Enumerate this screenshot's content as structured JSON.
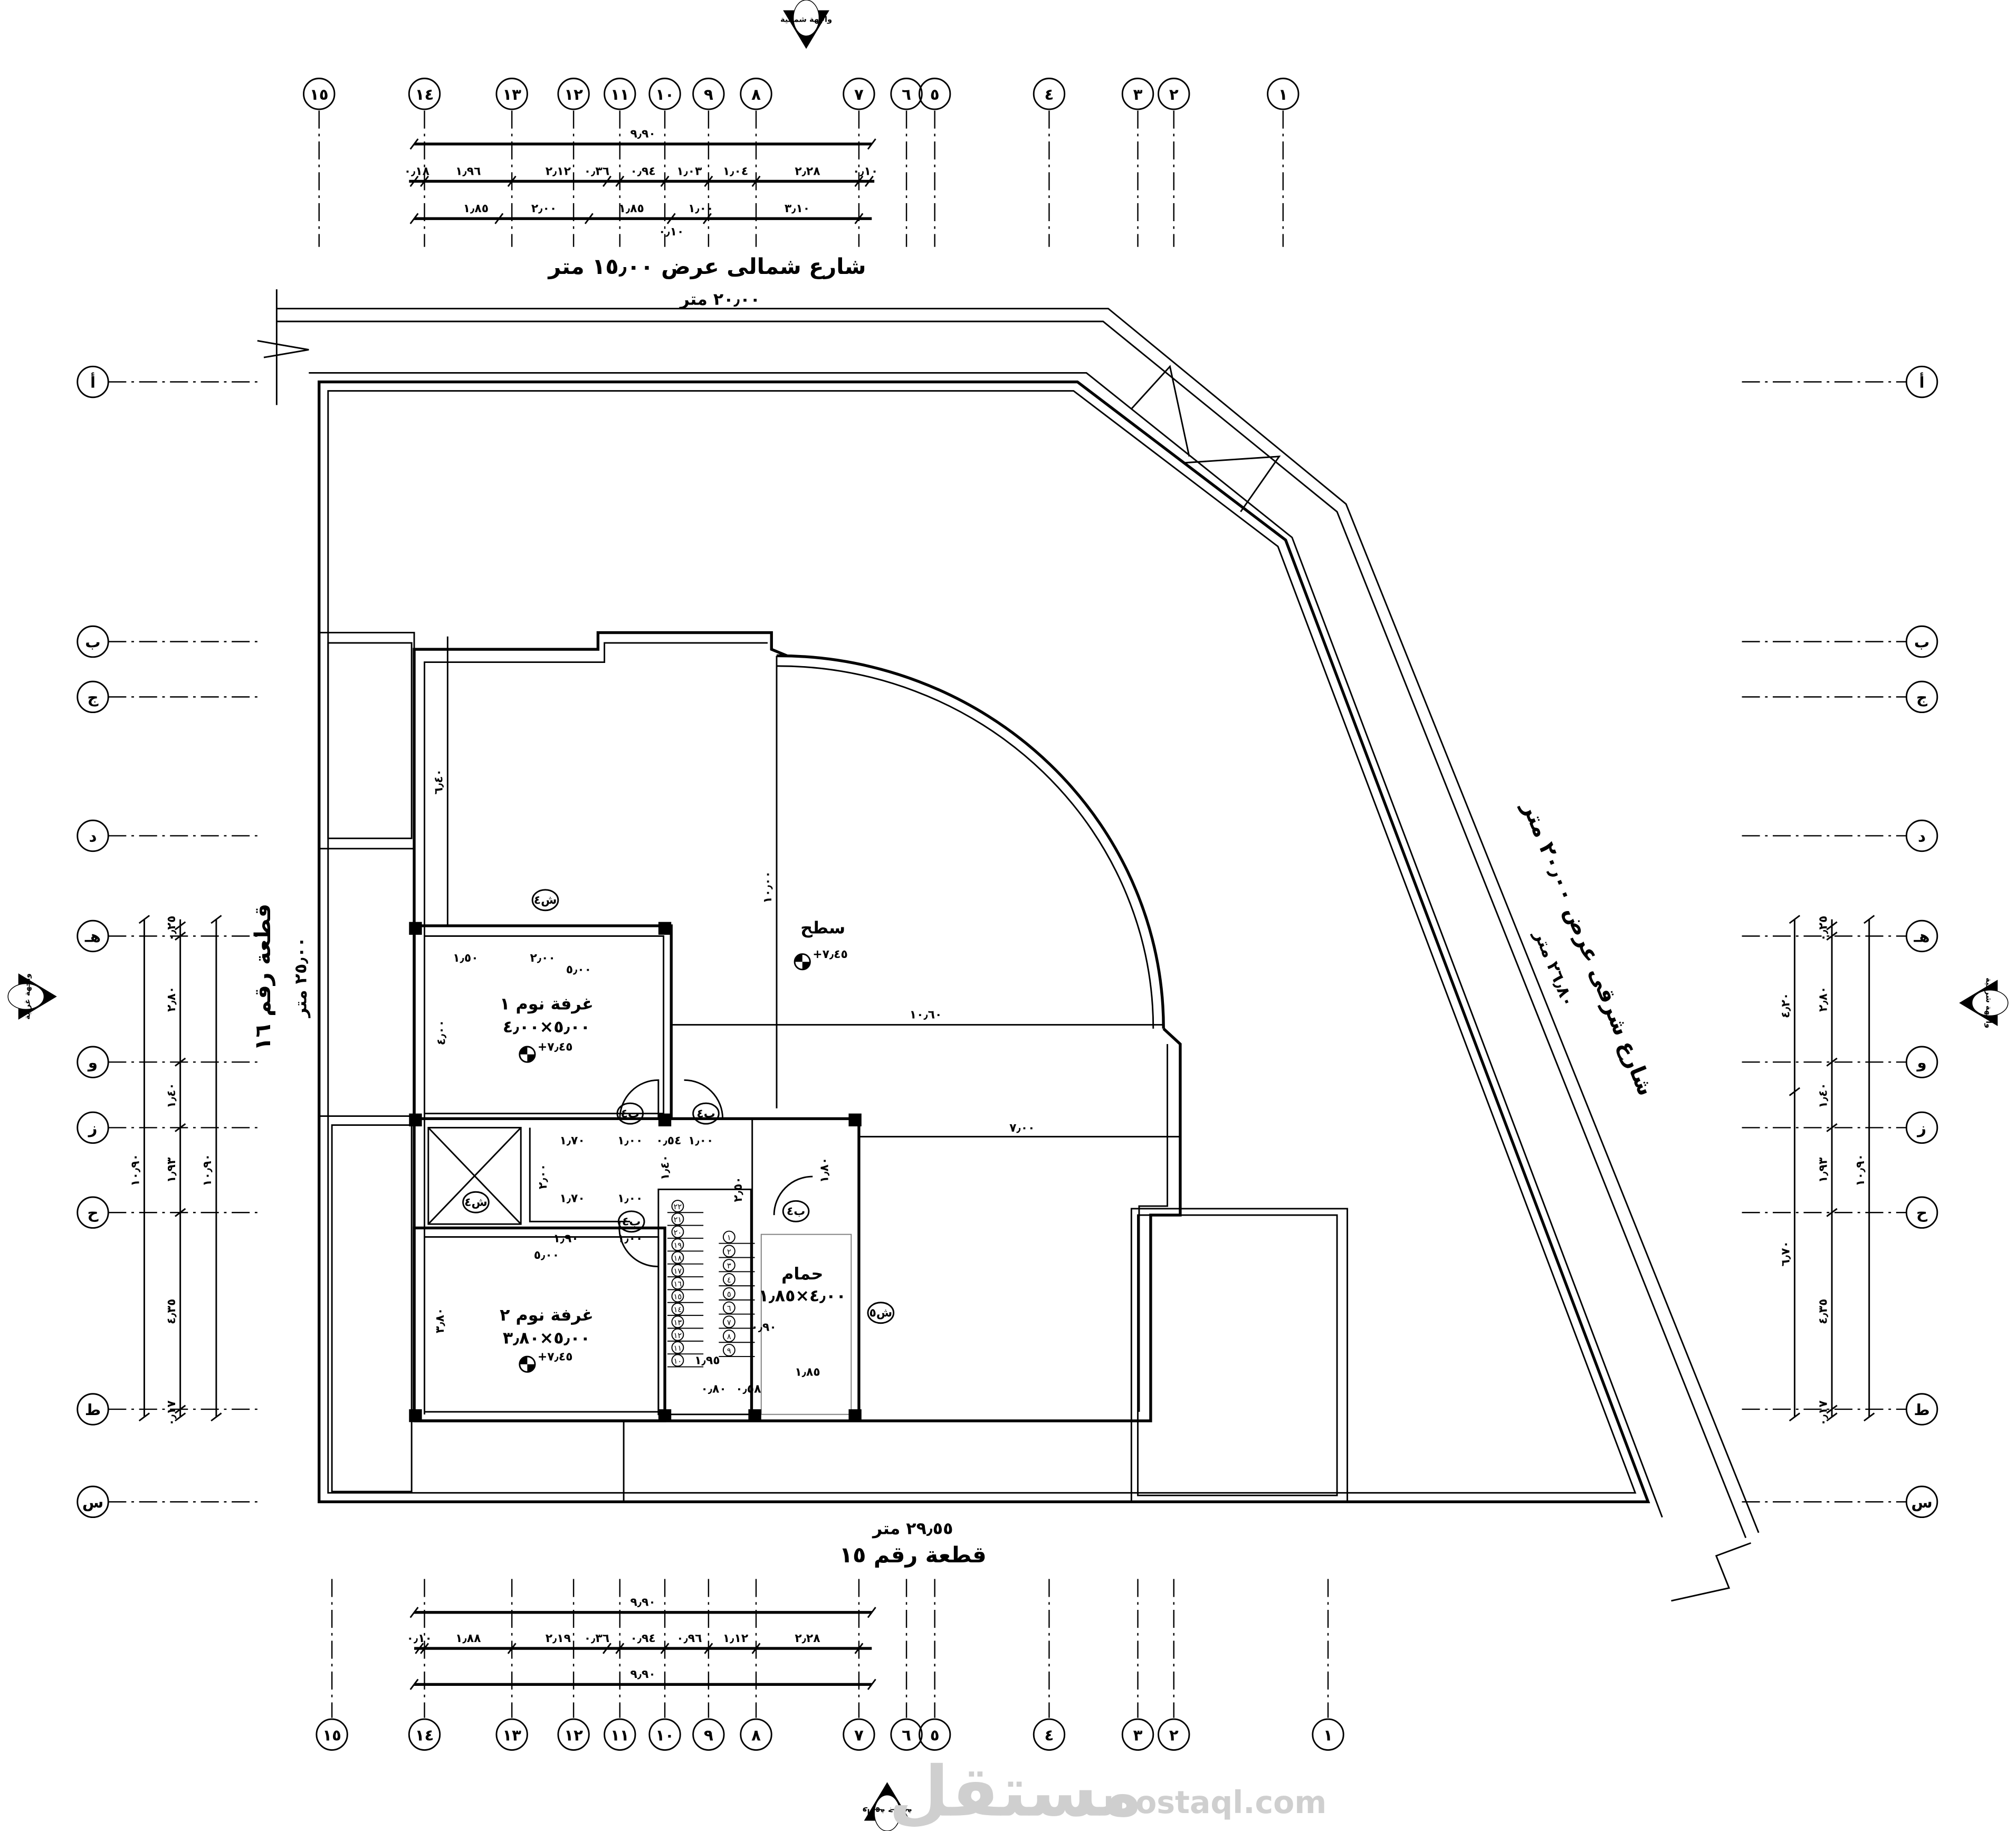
{
  "streets": {
    "north": "شارع شمالى عرض ١٥٫٠٠ متر",
    "north_length": "٢٠٫٠٠ متر",
    "east": "شارع شرقى عرض ٢٠٫٠٠ متر",
    "east_length": "٢٦٫٨٠ متر",
    "west_plot": "قطعة رقم ١٦",
    "west_length": "٢٥٫٠٠ متر",
    "south_plot": "قطعة رقم ١٥",
    "south_length": "٢٩٫٥٥ متر"
  },
  "facades": {
    "north": "واجهة شمالية",
    "south": "واجهة جنوبية",
    "east": "واجهة شرقية",
    "west": "واجهة غربية"
  },
  "grid": {
    "top_columns": [
      "١٥",
      "١٤",
      "١٣",
      "١٢",
      "١١",
      "١٠",
      "٩",
      "٨",
      "٧",
      "٦",
      "٥",
      "٤",
      "٣",
      "٢",
      "١"
    ],
    "bottom_columns": [
      "١٥",
      "١٤",
      "١٣",
      "١٢",
      "١١",
      "١٠",
      "٩",
      "٨",
      "٧",
      "٦",
      "٥",
      "٤",
      "٣",
      "٢",
      "١"
    ],
    "rows": [
      "أ",
      "ب",
      "ج",
      "د",
      "هـ",
      "و",
      "ز",
      "ح",
      "ط",
      "س"
    ]
  },
  "dimensions": {
    "top_total": "٩٫٩٠",
    "top_row2": [
      "٠٫١٨",
      "١٫٩٦",
      "٢٫١٢",
      "٠٫٣٦",
      "٠٫٩٤",
      "١٫٠٣",
      "١٫٠٤",
      "٢٫٢٨",
      "٠٫١٠"
    ],
    "top_row3": [
      "١٫٨٥",
      "٢٫٠٠",
      "١٫٨٥",
      "٠٫١٠",
      "١٫٠٠",
      "٣٫١٠"
    ],
    "bottom_total_1": "٩٫٩٠",
    "bottom_row2": [
      "٠٫١٠",
      "١٫٨٨",
      "٢٫١٩",
      "٠٫٣٦",
      "٠٫٩٤",
      "٠٫٩٦",
      "١٫١٢",
      "٢٫٢٨"
    ],
    "bottom_total_2": "٩٫٩٠",
    "left_total_a": "١٠٫٩٠",
    "left_chain": [
      "٠٫٢٥",
      "٢٫٨٠",
      "١٫٤٠",
      "١٫٩٣",
      "٤٫٣٥",
      "٠٫١٧"
    ],
    "left_total_b": "١٠٫٩٠",
    "right_outer": [
      "٤٫٢٠",
      "٦٫٧٠"
    ],
    "right_chain": [
      "٠٫٢٥",
      "٢٫٨٠",
      "١٫٤٠",
      "١٫٩٣",
      "٤٫٣٥",
      "٠٫١٧"
    ],
    "right_total": "١٠٫٩٠",
    "interior": {
      "west_depth": "٦٫٤٠",
      "terrace_depth": "١٠٫٠٠",
      "terrace_width": "١٠٫٦٠",
      "lower_width": "٧٫٠٠",
      "bed1_win_offset": "١٫٥٠",
      "bed1_win": "٢٫٠٠",
      "bed1_width": "٥٫٠٠",
      "bed1_depth": "٤٫٠٠",
      "hall_a": "١٫٧٠",
      "hall_b": "١٫٧٠",
      "hall_depth": "٢٫٠٠",
      "door_1": "١٫٠٠",
      "door_2": "١٫٠٠",
      "door_3": "١٫٠٠",
      "door_4": "١٫٠٠",
      "gap": "٠٫٥٤",
      "stair_gap": "١٫٤٠",
      "bed2_off": "١٫٩٠",
      "bed2_width": "٥٫٠٠",
      "bed2_depth": "٣٫٨٠",
      "stair_len": "٢٫٥٠",
      "bath_depth": "١٫٨٠",
      "bath_w": "١٫٨٥",
      "stair_w": "٠٫٨٠",
      "stair_w2": "٠٫٥٨",
      "stair_w3": "١٫٩٥",
      "landing": "٠٫٩٠"
    }
  },
  "rooms": {
    "terrace": {
      "name": "سطح",
      "level": "+٧٫٤٥"
    },
    "bedroom1": {
      "name": "غرفة نوم ١",
      "size": "٥٫٠٠×٤٫٠٠",
      "level": "+٧٫٤٥"
    },
    "bedroom2": {
      "name": "غرفة نوم ٢",
      "size": "٥٫٠٠×٣٫٨٠",
      "level": "+٧٫٤٥"
    },
    "bathroom": {
      "name": "حمام",
      "size": "٤٫٠٠×١٫٨٥"
    }
  },
  "tags": {
    "door": "ب٤",
    "window": "ش٤",
    "window_bath": "ش٥"
  },
  "stairs": [
    "١",
    "٢",
    "٣",
    "٤",
    "٥",
    "٦",
    "٧",
    "٨",
    "٩",
    "١٠",
    "١١",
    "١٢",
    "١٣",
    "١٤",
    "١٥",
    "١٦",
    "١٧",
    "١٨",
    "١٩",
    "٢٠",
    "٢١",
    "٢٢"
  ],
  "watermark": {
    "arabic": "مستقل",
    "latin": "mostaql.com"
  }
}
